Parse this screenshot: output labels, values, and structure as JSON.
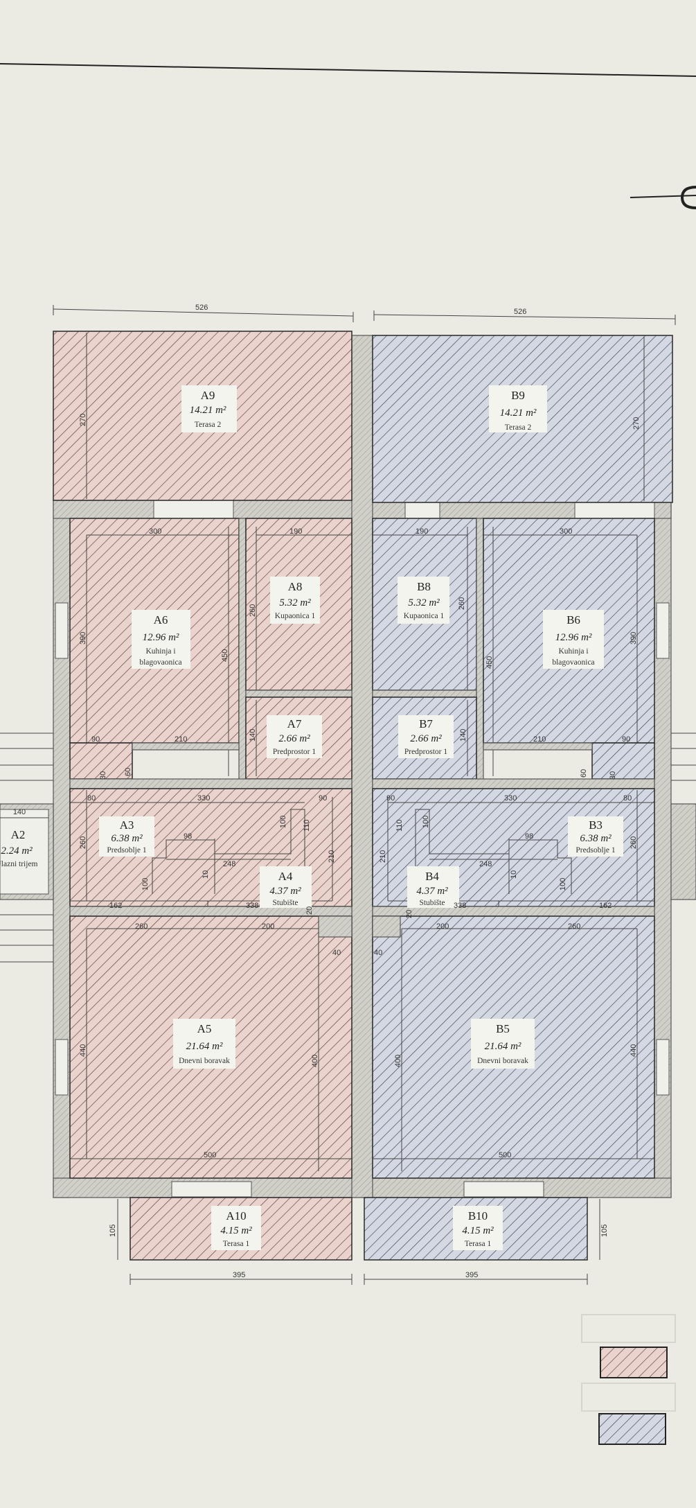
{
  "rooms": [
    {
      "id": "A9",
      "area": "14.21 m²",
      "name": "Terasa 2",
      "unit": "A"
    },
    {
      "id": "B9",
      "area": "14.21 m²",
      "name": "Terasa 2",
      "unit": "B"
    },
    {
      "id": "A6",
      "area": "12.96 m²",
      "name": "Kuhinja i",
      "name2": "blagovaonica",
      "unit": "A"
    },
    {
      "id": "A8",
      "area": "5.32 m²",
      "name": "Kupaonica 1",
      "unit": "A"
    },
    {
      "id": "B8",
      "area": "5.32 m²",
      "name": "Kupaonica 1",
      "unit": "B"
    },
    {
      "id": "B6",
      "area": "12.96 m²",
      "name": "Kuhinja i",
      "name2": "blagovaonica",
      "unit": "B"
    },
    {
      "id": "A7",
      "area": "2.66 m²",
      "name": "Predprostor 1",
      "unit": "A"
    },
    {
      "id": "B7",
      "area": "2.66 m²",
      "name": "Predprostor 1",
      "unit": "B"
    },
    {
      "id": "A3",
      "area": "6.38 m²",
      "name": "Predsoblje 1",
      "unit": "A"
    },
    {
      "id": "B3",
      "area": "6.38 m²",
      "name": "Predsoblje 1",
      "unit": "B"
    },
    {
      "id": "A4",
      "area": "4.37 m²",
      "name": "Stubište",
      "unit": "A"
    },
    {
      "id": "B4",
      "area": "4.37 m²",
      "name": "Stubište",
      "unit": "B"
    },
    {
      "id": "A5",
      "area": "21.64 m²",
      "name": "Dnevni boravak",
      "unit": "A"
    },
    {
      "id": "B5",
      "area": "21.64 m²",
      "name": "Dnevni boravak",
      "unit": "B"
    },
    {
      "id": "A10",
      "area": "4.15 m²",
      "name": "Terasa 1",
      "unit": "A"
    },
    {
      "id": "B10",
      "area": "4.15 m²",
      "name": "Terasa 1",
      "unit": "B"
    },
    {
      "id": "A2",
      "area": "2.24 m²",
      "name": "Ulazni trijem",
      "unit": "A"
    }
  ],
  "dimensions": {
    "top_left": "526",
    "top_right": "526",
    "bottom_left": "395",
    "bottom_right": "395",
    "a9_height": "270",
    "b9_height": "270",
    "a6_width": "300",
    "b6_width": "300",
    "a8_width": "190",
    "b8_width": "190",
    "a8_height": "260",
    "b8_height": "260",
    "a6_height": "390",
    "b6_height": "390",
    "a6_total": "450",
    "b6_total": "450",
    "a6_90": "90",
    "b6_90": "90",
    "a6_210": "210",
    "b6_210": "210",
    "a7_140": "140",
    "b7_140": "140",
    "a_30": "30",
    "b_30": "30",
    "a_60": "60",
    "b_60": "60",
    "a_80": "80",
    "b_80": "80",
    "a3_330": "330",
    "b3_330": "330",
    "a3_90": "90",
    "b3_90": "90",
    "a3_260": "260",
    "b3_260": "260",
    "a_100a": "100",
    "b_100a": "100",
    "a_110": "110",
    "b_110": "110",
    "a_98": "98",
    "b_98": "98",
    "a_210": "210",
    "b_210": "210",
    "a_10": "10",
    "b_10": "10",
    "a_248": "248",
    "b_248": "248",
    "a_100b": "100",
    "b_100b": "100",
    "a_162": "162",
    "b_162": "162",
    "a_338": "338",
    "b_338": "338",
    "a_260b": "260",
    "b_260b": "260",
    "a_200": "200",
    "b_200": "200",
    "a_20": "20",
    "b_20": "20",
    "a_40": "40",
    "b_40": "40",
    "a5_440": "440",
    "b5_440": "440",
    "a5_400": "400",
    "b5_400": "400",
    "a5_500": "500",
    "b5_500": "500",
    "a10_105": "105",
    "b10_105": "105",
    "a2_140": "140"
  },
  "colors": {
    "unit_a": "#d9a9a4",
    "unit_b": "#a9b3c6",
    "wall": "#bcbcb4",
    "paper": "#ebebe4"
  }
}
